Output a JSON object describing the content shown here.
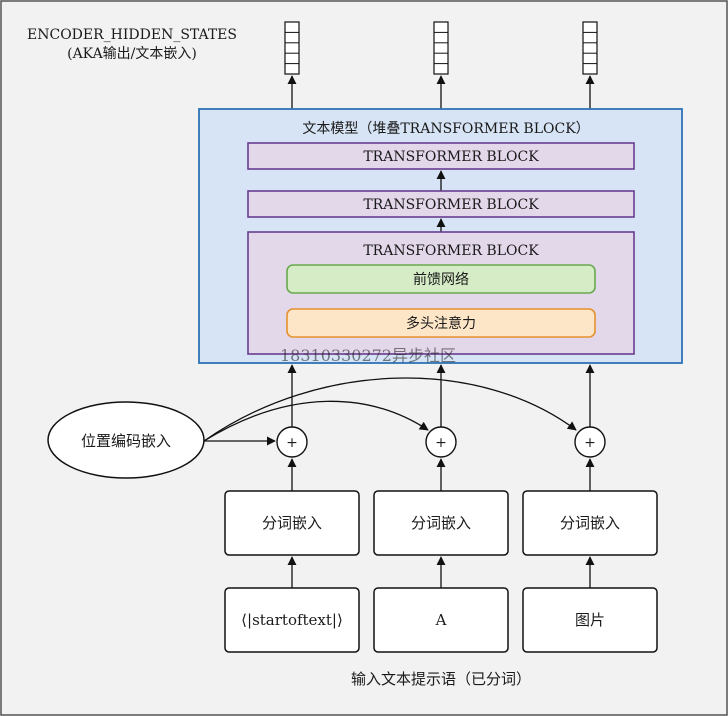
{
  "output": {
    "label_line1": "ENCODER_HIDDEN_STATES",
    "label_line2": "(AKA输出/文本嵌入)"
  },
  "text_model": {
    "title": "文本模型（堆叠TRANSFORMER BLOCK）",
    "blocks": [
      "TRANSFORMER BLOCK",
      "TRANSFORMER BLOCK",
      "TRANSFORMER BLOCK"
    ],
    "feed_forward": "前馈网络",
    "multi_head_attention": "多头注意力"
  },
  "watermark": "18310330272异步社区",
  "positional_embedding": {
    "label": "位置编码嵌入"
  },
  "plus_symbol": "+",
  "embeddings": [
    "分词嵌入",
    "分词嵌入",
    "分词嵌入"
  ],
  "tokens": [
    "⟨|startoftext|⟩",
    "A",
    "图片"
  ],
  "caption": "输入文本提示语（已分词）",
  "colors": {
    "outer_border": "#555555",
    "text_model_fill": "#d6e4f5",
    "text_model_border": "#2e74b5",
    "block_fill": "#e3d7ea",
    "block_border": "#6a3d8f",
    "ffn_fill": "#d5ecc6",
    "ffn_border": "#6aa84f",
    "attention_fill": "#fde5c8",
    "attention_border": "#e6912e"
  }
}
